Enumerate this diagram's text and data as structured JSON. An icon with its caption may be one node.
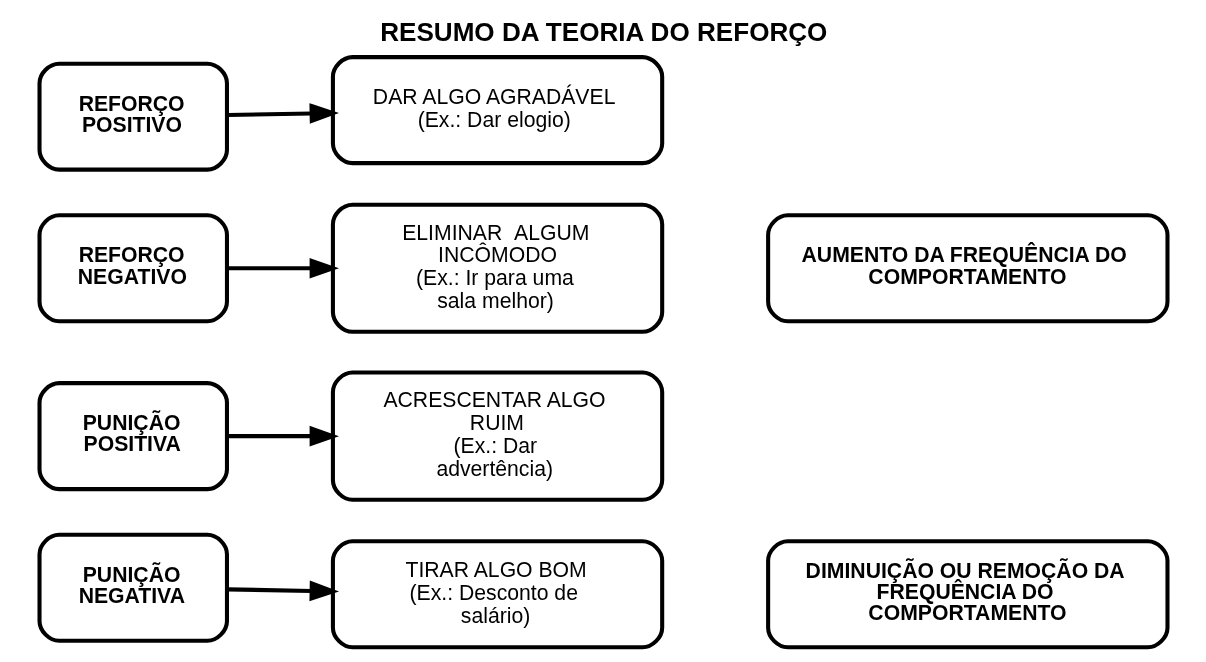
{
  "diagram": {
    "title": "RESUMO DA TEORIA DO REFORÇO",
    "nodes": [
      {
        "text": [
          "REFORÇO POSITIVO"
        ]
      },
      {
        "text": [
          "DAR ALGO AGRADÁVEL",
          "(Ex.: Dar elogio)"
        ]
      },
      {
        "text": [
          "REFORÇO NEGATIVO"
        ]
      },
      {
        "text": [
          "ELIMINAR  ALGUM INCÔMODO",
          "(Ex.: Ir para uma sala melhor)"
        ]
      },
      {
        "text": [
          "AUMENTO DA FREQUÊNCIA DO COMPORTAMENTO"
        ]
      },
      {
        "text": [
          "PUNIÇÃO POSITIVA"
        ]
      },
      {
        "text": [
          "ACRESCENTAR ALGO RUIM",
          "(Ex.: Dar advertência)"
        ]
      },
      {
        "text": [
          "PUNIÇÃO NEGATIVA"
        ]
      },
      {
        "text": [
          "TIRAR ALGO BOM",
          "(Ex.: Desconto de salário)"
        ]
      },
      {
        "text": [
          "DIMINUIÇÃO OU REMOÇÃO DA FREQUÊNCIA DO COMPORTAMENTO"
        ]
      }
    ],
    "edges": [
      {
        "from": 0,
        "to": 1,
        "arrow": "to"
      },
      {
        "from": 2,
        "to": 3,
        "arrow": "to"
      },
      {
        "from": 5,
        "to": 6,
        "arrow": "to"
      },
      {
        "from": 7,
        "to": 8,
        "arrow": "to"
      }
    ]
  }
}
